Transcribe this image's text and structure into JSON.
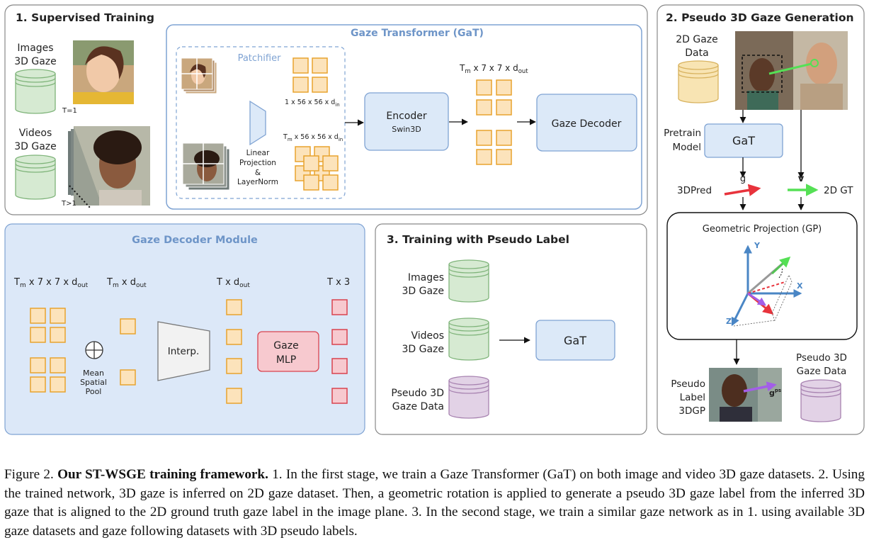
{
  "panel1": {
    "title": "1. Supervised Training",
    "images_label_1": "Images",
    "images_label_2": "3D Gaze",
    "t_eq_1": "T=1",
    "videos_label_1": "Videos",
    "videos_label_2": "3D Gaze",
    "t_gt_1": "T>1",
    "gat_title": "Gaze Transformer (GaT)",
    "patchifier": "Patchifier",
    "dim_image": "1 x 56 x 56 x d",
    "dim_image_sub": "in",
    "dim_video": "T",
    "dim_video_sub1": "m",
    "dim_video_rest": " x 56 x 56 x d",
    "dim_video_sub2": "in",
    "linear_1": "Linear",
    "linear_2": "Projection",
    "linear_3": "&",
    "linear_4": "LayerNorm",
    "encoder": "Encoder",
    "encoder_sub": "Swin3D",
    "enc_out": "T",
    "enc_out_sub1": "m",
    "enc_out_rest": " x 7 x 7 x d",
    "enc_out_sub2": "out",
    "decoder": "Gaze Decoder"
  },
  "panel_decoder": {
    "title": "Gaze Decoder Module",
    "h1": "T",
    "h1_sub1": "m",
    "h1_rest": " x 7 x 7 x d",
    "h1_sub2": "out",
    "h2": "T",
    "h2_sub1": "m",
    "h2_rest": " x d",
    "h2_sub2": "out",
    "h3": "T x d",
    "h3_sub": "out",
    "h4": "T x 3",
    "mean_1": "Mean",
    "mean_2": "Spatial",
    "mean_3": "Pool",
    "interp": "Interp.",
    "mlp_1": "Gaze",
    "mlp_2": "MLP"
  },
  "panel3": {
    "title": "3. Training with Pseudo Label",
    "images_1": "Images",
    "images_2": "3D Gaze",
    "videos_1": "Videos",
    "videos_2": "3D Gaze",
    "pseudo_1": "Pseudo 3D",
    "pseudo_2": "Gaze Data",
    "gat": "GaT"
  },
  "panel2": {
    "title": "2. Pseudo 3D Gaze Generation",
    "data_1": "2D Gaze",
    "data_2": "Data",
    "pretrain_1": "Pretrain",
    "pretrain_2": "Model",
    "gat": "GaT",
    "g_hat": "ĝ",
    "v": "v",
    "pred": "3DPred",
    "gt": "2D GT",
    "gp_title": "Geometric Projection (GP)",
    "axis_y": "Y",
    "axis_x": "X",
    "axis_z": "Z",
    "pl_1": "Pseudo",
    "pl_2": "Label",
    "pl_3": "3DGP",
    "gps": "g",
    "gps_sup": "ps",
    "out_1": "Pseudo 3D",
    "out_2": "Gaze Data"
  },
  "caption": {
    "prefix": "Figure 2. ",
    "bold": "Our ST-WSGE training framework.",
    "text": " 1. In the first stage, we train a Gaze Transformer (GaT) on both image and video 3D gaze datasets. 2. Using the trained network, 3D gaze is inferred on 2D gaze dataset. Then, a geometric rotation is applied to generate a pseudo 3D gaze label from the inferred 3D gaze that is aligned to the 2D ground truth gaze label in the image plane. 3. In the second stage, we train a similar gaze network as in 1. using available 3D gaze datasets and gaze following datasets with 3D pseudo labels."
  },
  "colors": {
    "token_fill": "#fce3bb",
    "token_stroke": "#e8a32e",
    "box_fill": "#dce9f8",
    "box_stroke": "#7fa3d3",
    "green_db": "#d6ead2",
    "purple_db": "#e2d2e6",
    "yellow_db": "#f8e4b3",
    "red_token": "#f7c9cf",
    "decoder_bg": "#dce8f8",
    "pred_arrow": "#e8333c",
    "gt_arrow": "#55e055"
  }
}
